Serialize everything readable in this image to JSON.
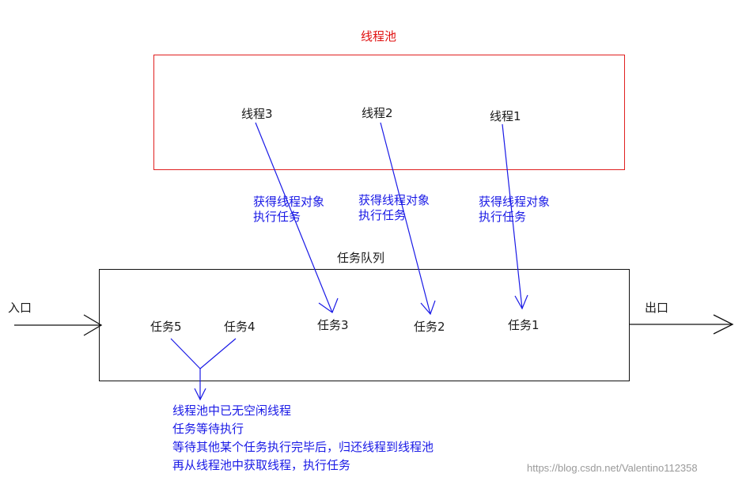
{
  "pool": {
    "title": "线程池",
    "threads": [
      "线程3",
      "线程2",
      "线程1"
    ]
  },
  "acquire_label": {
    "line1": "获得线程对象",
    "line2": "执行任务"
  },
  "queue": {
    "title": "任务队列",
    "tasks": [
      "任务5",
      "任务4",
      "任务3",
      "任务2",
      "任务1"
    ]
  },
  "entry_label": "入口",
  "exit_label": "出口",
  "note": {
    "lines": [
      "线程池中已无空闲线程",
      "任务等待执行",
      "等待其他某个任务执行完毕后，归还线程到线程池",
      "再从线程池中获取线程，执行任务"
    ]
  },
  "watermark": "https://blog.csdn.net/Valentino112358",
  "colors": {
    "pool_border": "#e02020",
    "pool_title": "#e01010",
    "arrows": "#1a1ae6",
    "labels": "#1a1ae6",
    "text": "#1a1a1a"
  }
}
